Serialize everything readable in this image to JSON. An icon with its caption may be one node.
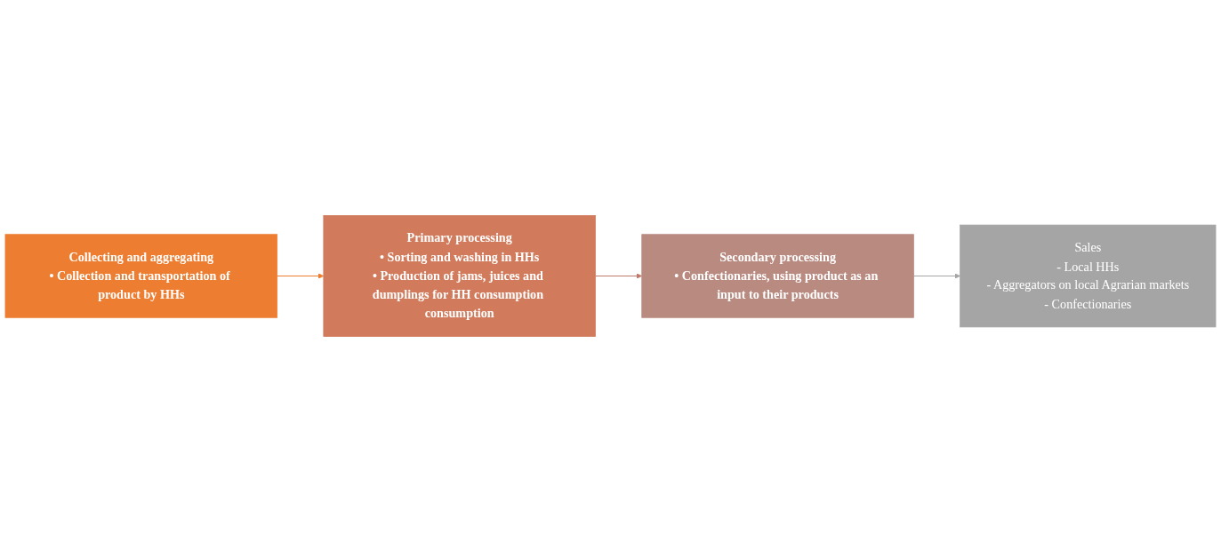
{
  "diagram": {
    "nodes": [
      {
        "text": [
          "Collecting and aggregating",
          "• Collection and transportation of product by HHs"
        ]
      },
      {
        "text": [
          "Primary processing",
          "• Sorting and washing in HHs",
          "• Production of jams, juices and dumplings for HH consumption consumption"
        ]
      },
      {
        "text": [
          "Secondary processing",
          "• Confectionaries, using product as an input to their products"
        ]
      },
      {
        "text": [
          "Sales",
          "- Local HHs",
          "- Aggregators on local Agrarian markets",
          "- Confectionaries"
        ]
      }
    ],
    "edges": [
      {
        "from": 0,
        "to": 1,
        "arrow": "to",
        "color": "#ed7d31"
      },
      {
        "from": 1,
        "to": 2,
        "arrow": "to",
        "color": "#c0796a"
      },
      {
        "from": 2,
        "to": 3,
        "arrow": "to",
        "color": "#a5a5a5"
      }
    ]
  }
}
